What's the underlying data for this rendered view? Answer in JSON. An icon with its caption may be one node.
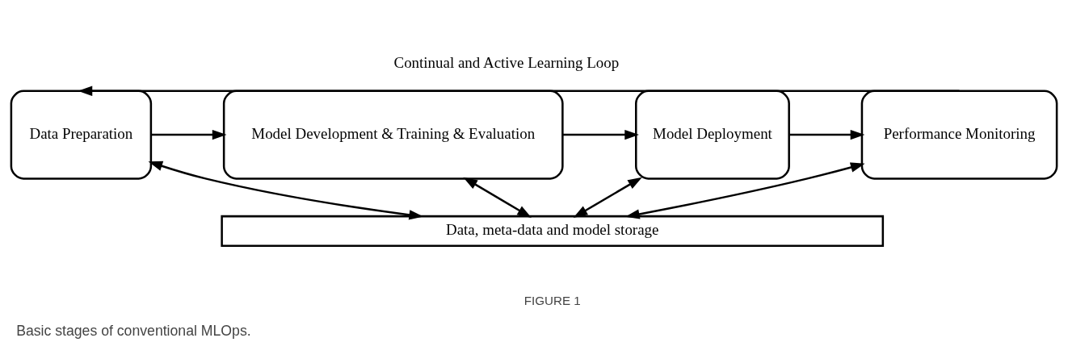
{
  "diagram": {
    "caption": "Basic stages of conventional MLOps.",
    "nodes": [
      {
        "text": [
          "Data Preparation"
        ]
      },
      {
        "text": [
          "Model Development & Training & Evaluation"
        ]
      },
      {
        "text": [
          "Model Deployment"
        ]
      },
      {
        "text": [
          "Performance Monitoring"
        ]
      },
      {
        "text": [
          "Data, meta-data and model storage"
        ]
      }
    ],
    "edges": [
      {
        "from": 0,
        "to": 1,
        "arrow": "to"
      },
      {
        "from": 1,
        "to": 2,
        "arrow": "to"
      },
      {
        "from": 2,
        "to": 3,
        "arrow": "to"
      },
      {
        "from": 3,
        "to": 0,
        "arrow": "to",
        "label": "Continual and Active Learning Loop"
      },
      {
        "from": 0,
        "to": 4,
        "arrow": "both"
      },
      {
        "from": 1,
        "to": 4,
        "arrow": "both"
      },
      {
        "from": 2,
        "to": 4,
        "arrow": "both"
      },
      {
        "from": 3,
        "to": 4,
        "arrow": "both"
      }
    ],
    "labels": [
      "FIGURE 1"
    ]
  }
}
